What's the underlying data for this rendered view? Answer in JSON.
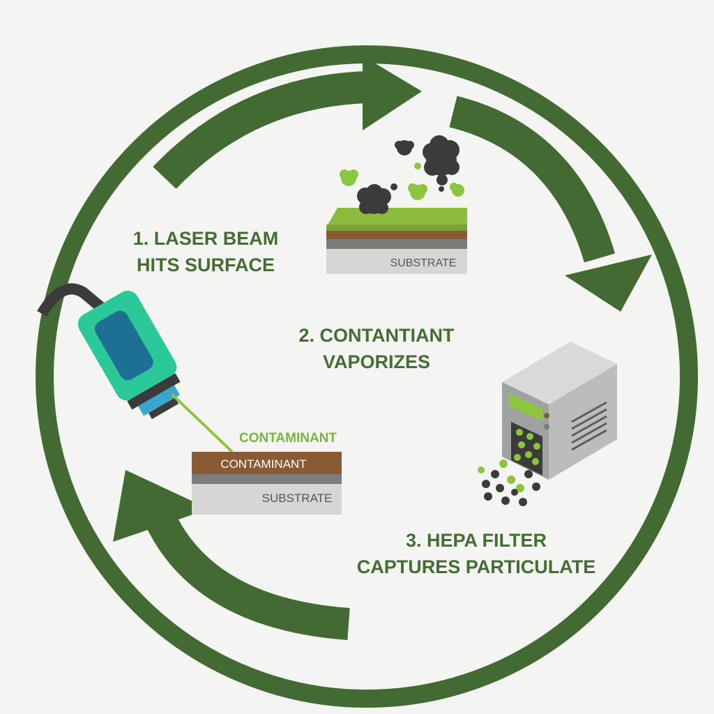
{
  "colors": {
    "cycle": "#436a32",
    "label_text": "#446d34",
    "contaminant_text": "#7db33c",
    "grass": "#8cbb3e",
    "soil": "#8a5a34",
    "substrate": "#d6d6d4",
    "smoke": "#3b3b3b",
    "tool_body": "#2bc89a",
    "tool_panel": "#1d6f94",
    "tool_tip": "#39a6cf",
    "laser": "#8cc63f",
    "machine": "#b9bcbb",
    "screen": "#8cc63f"
  },
  "steps": [
    {
      "line1": "1. LASER BEAM",
      "line2": "HITS SURFACE"
    },
    {
      "line1": "2. CONTANTIANT",
      "line2": "VAPORIZES"
    },
    {
      "line1": "3. HEPA FILTER",
      "line2": "CAPTURES PARTICULATE"
    }
  ],
  "top_sample": {
    "substrate_label": "SUBSTRATE"
  },
  "bottom_sample": {
    "contaminant_label": "CONTAMINANT",
    "layer_label": "CONTAMINANT",
    "substrate_label": "SUBSTRATE"
  },
  "icons": {
    "tool": "laser-cleaning-gun-icon",
    "smoke": "smoke-cloud-icon",
    "filter": "hepa-filter-unit-icon"
  }
}
